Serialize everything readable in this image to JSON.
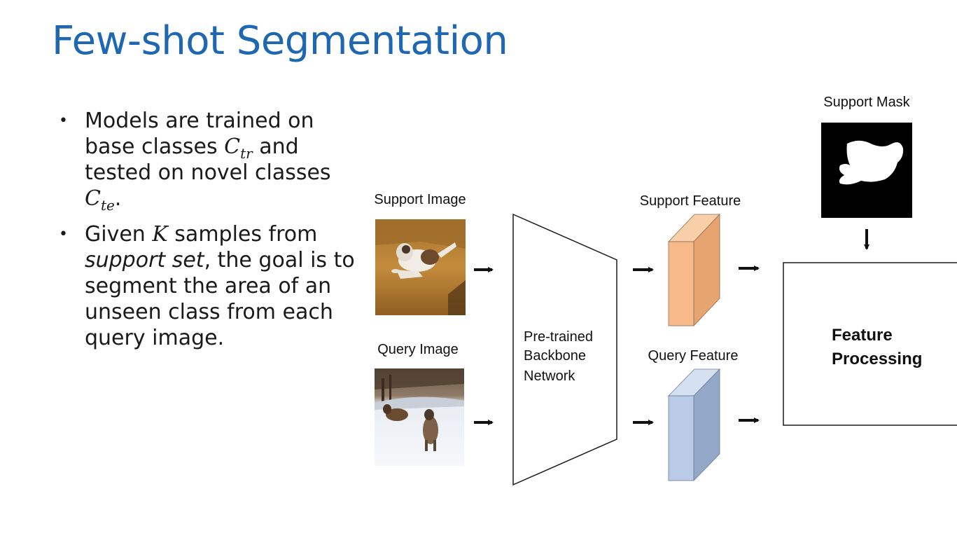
{
  "title": "Few-shot Segmentation",
  "bullets": {
    "b1": {
      "line1": "Models are trained on",
      "line2_pre": "base classes ",
      "ctr_base": "C",
      "ctr_sub": "tr",
      "line2_post": " and",
      "line3": "tested on novel classes",
      "cte_base": "C",
      "cte_sub": "te",
      "end": "."
    },
    "b2": {
      "pre": "Given ",
      "k": "K",
      "mid": " samples from ",
      "support_set": "support set",
      "rest": ", the goal is to segment the area of an unseen class from each query image."
    }
  },
  "diagram": {
    "support_image_label": "Support Image",
    "query_image_label": "Query Image",
    "backbone_lines": [
      "Pre-trained",
      "Backbone",
      "Network"
    ],
    "support_feature_label": "Support Feature",
    "query_feature_label": "Query Feature",
    "support_mask_label": "Support Mask",
    "processing_lines": [
      "Feature",
      "Processing"
    ]
  },
  "colors": {
    "title": "#1f68b1",
    "support_feature_front": "#f7b98a",
    "query_feature_front": "#b9cbe6"
  },
  "icons": [
    "bullet-dot-icon",
    "arrow-right-icon",
    "arrow-down-icon"
  ]
}
